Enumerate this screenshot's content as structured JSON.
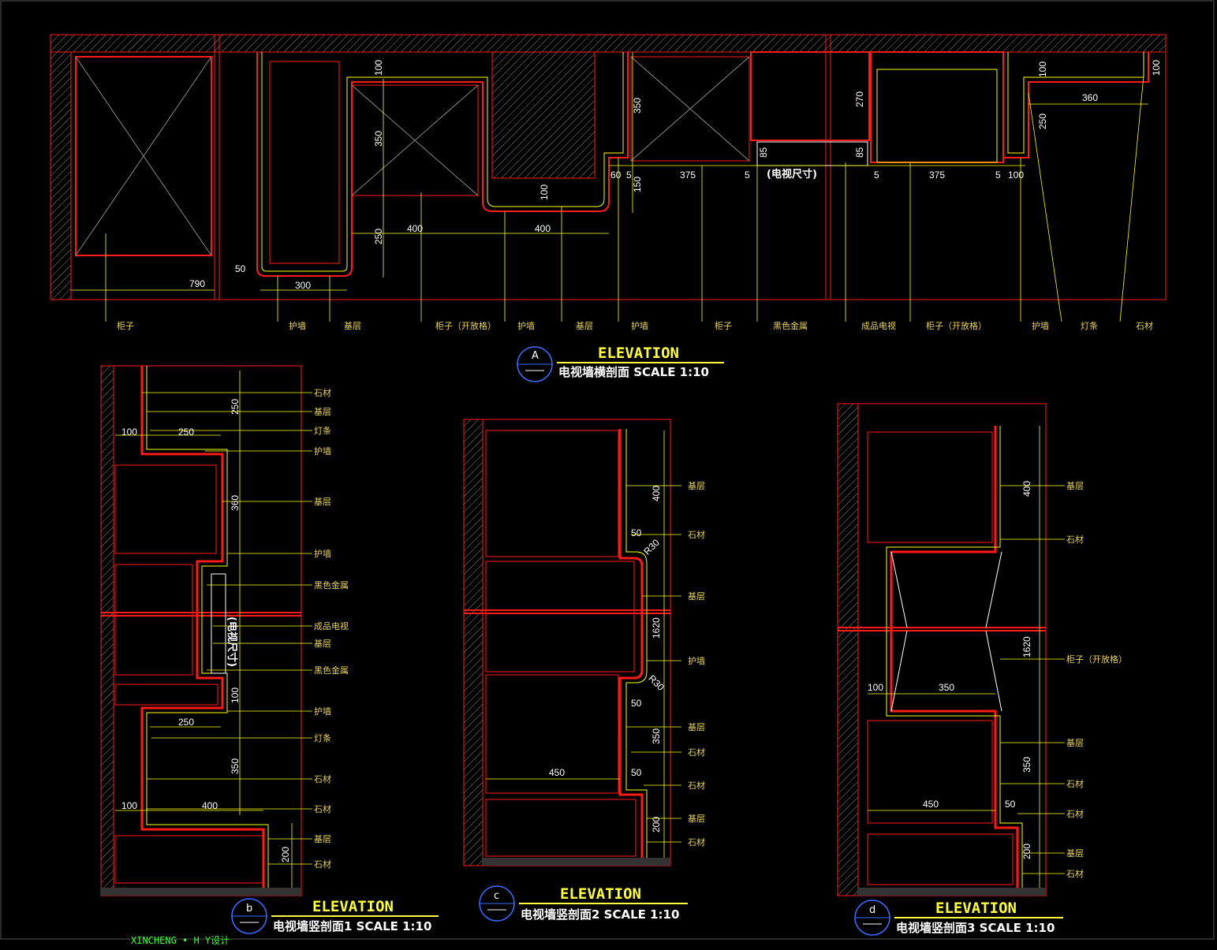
{
  "colors": {
    "background": "#000000",
    "wall_red": "#ff1a1a",
    "leader_yellow": "#ffff00",
    "label_gold": "#e8d25a",
    "title_yellow": "#ffff3a",
    "credit_green": "#33ff33"
  },
  "section_a": {
    "bubble": "A",
    "title": "ELEVATION",
    "subtitle": "电视墙横剖面  SCALE 1:10",
    "labels": [
      "柜子",
      "护墙",
      "基层",
      "柜子（开放格）",
      "护墙",
      "基层",
      "护墙",
      "柜子",
      "黑色金属",
      "成品电视",
      "柜子（开放格）",
      "护墙",
      "灯条",
      "石材"
    ],
    "dims": [
      "790",
      "300",
      "50",
      "400",
      "400",
      "250",
      "100",
      "350",
      "100",
      "350",
      "150",
      "60",
      "5",
      "375",
      "5",
      "270",
      "85",
      "85",
      "5",
      "375",
      "5",
      "100",
      "100",
      "360",
      "250",
      "100"
    ],
    "tv_note": "(电视尺寸)"
  },
  "section_b": {
    "bubble": "b",
    "title": "ELEVATION",
    "subtitle": "电视墙竖剖面1 SCALE 1:10",
    "labels": [
      "石材",
      "基层",
      "灯条",
      "护墙",
      "基层",
      "护墙",
      "黑色金属",
      "成品电视",
      "基层",
      "黑色金属",
      "护墙",
      "灯条",
      "石材",
      "石材",
      "基层",
      "石材"
    ],
    "dims": [
      "250",
      "100",
      "250",
      "360",
      "100",
      "250",
      "350",
      "100",
      "400",
      "200"
    ],
    "tv_note": "(电视尺寸)"
  },
  "section_c": {
    "bubble": "c",
    "title": "ELEVATION",
    "subtitle": "电视墙竖剖面2 SCALE 1:10",
    "labels": [
      "基层",
      "石材",
      "基层",
      "护墙",
      "基层",
      "石材",
      "石材",
      "基层",
      "石材"
    ],
    "dims": [
      "400",
      "50",
      "R30",
      "1620",
      "R30",
      "50",
      "350",
      "450",
      "50",
      "200"
    ]
  },
  "section_d": {
    "bubble": "d",
    "title": "ELEVATION",
    "subtitle": "电视墙竖剖面3 SCALE 1:10",
    "labels": [
      "基层",
      "石材",
      "柜子（开放格）",
      "基层",
      "石材",
      "石材",
      "基层",
      "石材"
    ],
    "dims": [
      "400",
      "1620",
      "100",
      "350",
      "350",
      "450",
      "50",
      "200"
    ]
  },
  "credit": "XINCHENG • H Y设计"
}
